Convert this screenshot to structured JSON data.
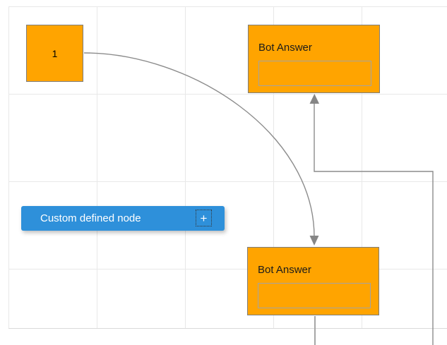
{
  "canvas": {
    "background": "#ffffff",
    "grid_color": "#e8e8e8",
    "grid_bottom_edge_color": "#dadada"
  },
  "nodes": {
    "start": {
      "label": "1",
      "fill": "#FFA400",
      "border": "#7d7d7d",
      "text_color": "#000000"
    },
    "bot_answer_top": {
      "label": "Bot Answer",
      "fill": "#FFA400",
      "border": "#7d7d7d",
      "text_color": "#1b1b1b",
      "input_value": "",
      "input_border": "#a3a3a3"
    },
    "bot_answer_bottom": {
      "label": "Bot Answer",
      "fill": "#FFA400",
      "border": "#7d7d7d",
      "text_color": "#1b1b1b",
      "input_value": "",
      "input_border": "#a3a3a3"
    },
    "custom": {
      "label": "Custom defined node",
      "fill": "#2E90DA",
      "text_color": "#ffffff"
    }
  },
  "icons": {
    "plus": "+"
  },
  "connectors": {
    "color": "#8c8c8c",
    "arrow_color": "#868686",
    "stub_color": "#a6a6a6",
    "curved": {
      "from": "node 1 right side",
      "to": "bottom Bot Answer top",
      "arrow": "down"
    },
    "orthogonal": {
      "from": "offscreen bottom right",
      "to": "top Bot Answer bottom",
      "arrow": "up"
    },
    "stub": {
      "from": "bottom Bot Answer bottom",
      "to": "offscreen bottom"
    }
  }
}
